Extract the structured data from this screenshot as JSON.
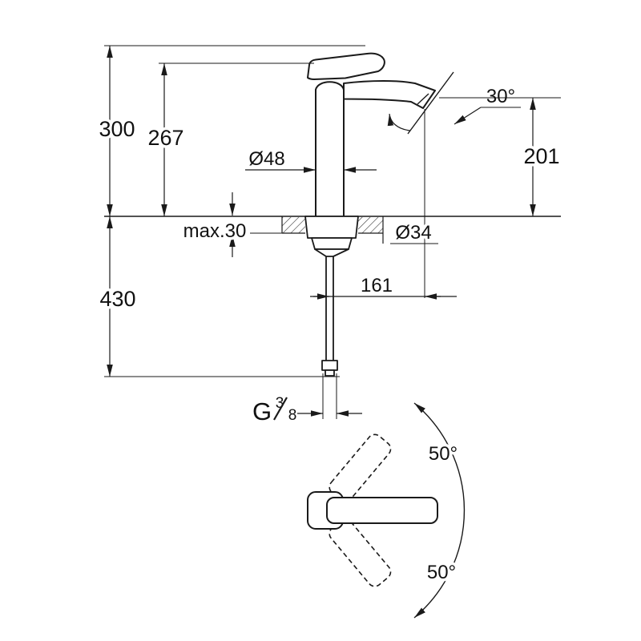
{
  "dimensions": {
    "overall_height": "300",
    "height_without_handle": "267",
    "outlet_height": "201",
    "spout_angle": "30°",
    "body_diameter": "Ø48",
    "max_mounting_thickness": "max.30",
    "hole_diameter": "Ø34",
    "supply_length": "430",
    "spout_reach": "161",
    "thread": {
      "prefix": "G",
      "numerator": "3",
      "denominator": "8"
    },
    "handle_angle_upper": "50°",
    "handle_angle_lower": "50°"
  }
}
